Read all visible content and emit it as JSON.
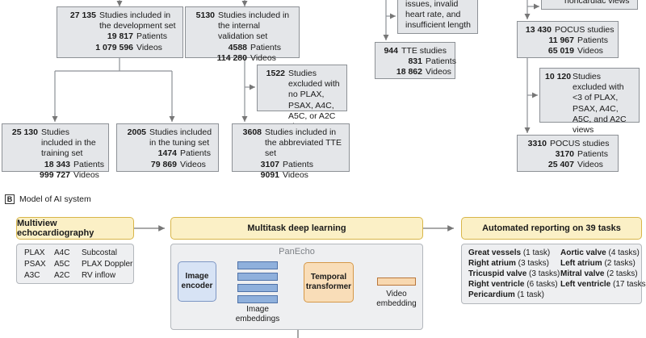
{
  "flow": {
    "dev_set": {
      "count": "27 135",
      "text": "Studies included in the development set",
      "p_count": "19 817",
      "p_label": "Patients",
      "v_count": "1 079 596",
      "v_label": "Videos"
    },
    "internal_val": {
      "count": "5130",
      "text": "Studies included in the internal validation set",
      "p_count": "4588",
      "p_label": "Patients",
      "v_count": "114 280",
      "v_label": "Videos"
    },
    "excluded_views": {
      "count": "1522",
      "text": "Studies excluded with no PLAX, PSAX, A4C, A5C, or A2C views"
    },
    "training": {
      "count": "25 130",
      "text": "Studies included in the training set",
      "p_count": "18 343",
      "p_label": "Patients",
      "v_count": "999 727",
      "v_label": "Videos"
    },
    "tuning": {
      "count": "2005",
      "text": "Studies included in the tuning set",
      "p_count": "1474",
      "p_label": "Patients",
      "v_count": "79 869",
      "v_label": "Videos"
    },
    "abbreviated": {
      "count": "3608",
      "text": "Studies included in the abbreviated TTE set",
      "p_count": "3107",
      "p_label": "Patients",
      "v_count": "9091",
      "v_label": "Videos"
    },
    "top_excl": {
      "text": "issues, invalid heart rate, and insufficient length"
    },
    "tte": {
      "count": "944",
      "text": "TTE studies",
      "p_count": "831",
      "p_label": "Patients",
      "v_count": "18 862",
      "v_label": "Videos"
    },
    "noncardiac": {
      "text": "noncardiac views"
    },
    "pocus1": {
      "count": "13 430",
      "text": "POCUS studies",
      "p_count": "11 967",
      "p_label": "Patients",
      "v_count": "65 019",
      "v_label": "Videos"
    },
    "pocus_excl": {
      "count": "10 120",
      "text": "Studies excluded with <3 of PLAX, PSAX, A4C, A5C, and A2C views represented"
    },
    "pocus2": {
      "count": "3310",
      "text": "POCUS studies",
      "p_count": "3170",
      "p_label": "Patients",
      "v_count": "25 407",
      "v_label": "Videos"
    }
  },
  "section_b": {
    "letter": "B",
    "title": "Model of AI system"
  },
  "headers": {
    "multiview": "Multiview echocardiography",
    "multitask": "Multitask deep learning",
    "reporting": "Automated reporting on 39 tasks"
  },
  "views": [
    "PLAX",
    "A4C",
    "Subcostal",
    "PSAX",
    "A5C",
    "PLAX Doppler",
    "A3C",
    "A2C",
    "RV inflow"
  ],
  "panecho": {
    "title": "PanEcho",
    "image_encoder": "Image encoder",
    "temporal_transformer": "Temporal transformer",
    "image_embeddings": "Image embeddings",
    "video_embedding": "Video embedding"
  },
  "tasks": [
    {
      "name": "Great vessels",
      "count": "(1 task)"
    },
    {
      "name": "Aortic valve",
      "count": "(4 tasks)"
    },
    {
      "name": "Right atrium",
      "count": "(3 tasks)"
    },
    {
      "name": "Left atrium",
      "count": "(2 tasks)"
    },
    {
      "name": "Tricuspid valve",
      "count": "(3 tasks)"
    },
    {
      "name": "Mitral valve",
      "count": "(2 tasks)"
    },
    {
      "name": "Right ventricle",
      "count": "(6 tasks)"
    },
    {
      "name": "Left ventricle",
      "count": "(17 tasks)"
    },
    {
      "name": "Pericardium",
      "count": "(1 task)"
    }
  ],
  "colors": {
    "box_fill": "#e4e6e9",
    "header_fill": "#fbf0c6",
    "header_border": "#d8b649",
    "encoder_fill": "#d7e3f5",
    "embedding_fill": "#8fb0dc",
    "transformer_fill": "#f9ddb8",
    "video_fill": "#f8d8b0"
  }
}
